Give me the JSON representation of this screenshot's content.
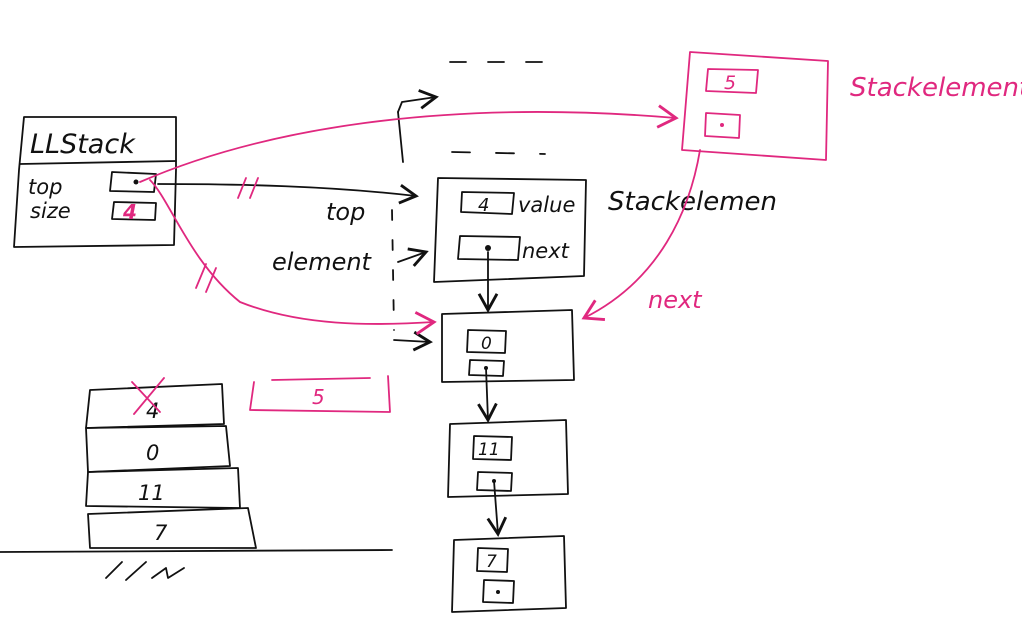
{
  "colors": {
    "ink": "#111111",
    "accent": "#e0287f",
    "background": "#ffffff"
  },
  "llstack": {
    "title": "LLStack",
    "top_label": "top",
    "size_label": "size",
    "size_value": "4"
  },
  "new_element": {
    "label": "Stackelement",
    "value": "5"
  },
  "current_element": {
    "label": "Stackelemen",
    "value": "4",
    "value_label": "value",
    "next_label": "next"
  },
  "pointer_labels": {
    "top": "top",
    "element": "element",
    "next": "next"
  },
  "chain_values": [
    "0",
    "11",
    "7"
  ],
  "plate_stack": {
    "plates": [
      "4",
      "0",
      "11",
      "7"
    ],
    "side_box_value": "5"
  }
}
